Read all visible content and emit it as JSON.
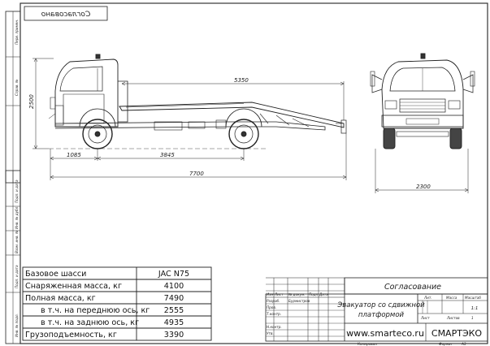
{
  "stamp_text": "Согласовано",
  "side_stamp_labels": [
    "Перв. примен.",
    "Справ. №",
    "Подп. и дата",
    "Инв. № дубл.",
    "Взам. инв. №",
    "Подп. и дата",
    "Инв. № подл."
  ],
  "dimensions": {
    "height": "2500",
    "platform_length": "5350",
    "front_overhang": "1085",
    "wheelbase": "3845",
    "overall_length": "7700",
    "overall_width": "2300"
  },
  "spec_table": {
    "rows": [
      {
        "label": "Базовое шасси",
        "value": "JAC N75"
      },
      {
        "label": "Снаряженная масса, кг",
        "value": "4100"
      },
      {
        "label": "Полная масса, кг",
        "value": "7490"
      },
      {
        "label": "в т.ч. на переднюю ось, кг",
        "value": "2555"
      },
      {
        "label": "в т.ч. на заднюю ось, кг",
        "value": "4935"
      },
      {
        "label": "Грузоподъемность, кг",
        "value": "3390"
      }
    ]
  },
  "title_block": {
    "approval": "Согласование",
    "col_headers": [
      "Изм",
      "Лист",
      "№ докум.",
      "Подп.",
      "Дата"
    ],
    "row_labels": [
      "Разраб.",
      "Пров.",
      "Т.контр.",
      "",
      "Н.контр.",
      "Утв."
    ],
    "developer": "Бурмистров",
    "title_line1": "Эвакуатор со сдвижной",
    "title_line2": "платформой",
    "lit_header": "Лит.",
    "mass_header": "Масса",
    "scale_header": "Масштаб",
    "scale_value": "1:1",
    "sheet_label": "Лист",
    "sheets_label": "Листов",
    "sheets_value": "1",
    "website": "www.smarteco.ru",
    "company": "СМАРТЭКО",
    "copied": "Копировал",
    "format": "Формат",
    "format_value": "А3"
  }
}
